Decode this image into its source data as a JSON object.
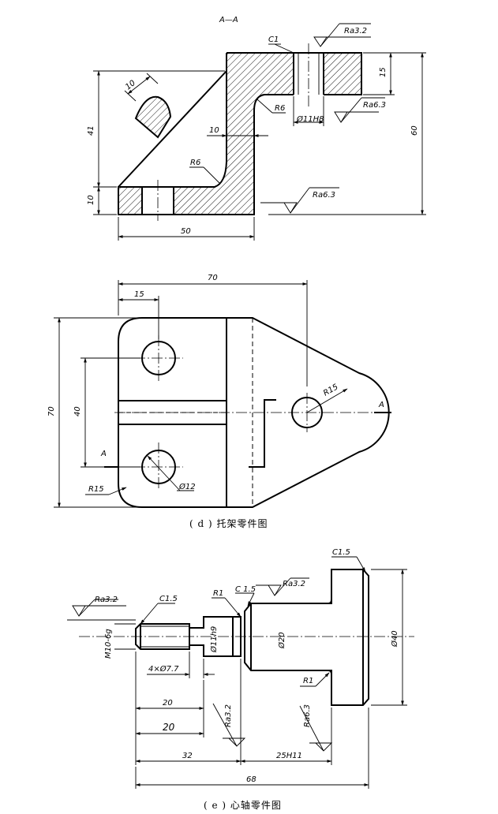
{
  "figure_d": {
    "section_label": "A—A",
    "caption": "( d ) 托架零件图",
    "section_dims": {
      "c1": "C1",
      "ra32": "Ra3.2",
      "ra63_right": "Ra6.3",
      "ra63_bottom": "Ra6.3",
      "d15": "15",
      "d60": "60",
      "d41": "41",
      "d10_left": "10",
      "d10_rib": "10",
      "d10_web": "10",
      "r6_upper": "R6",
      "r6_lower": "R6",
      "phi11h8": "Ø11H8",
      "d50": "50"
    },
    "plan_dims": {
      "d70_top": "70",
      "d15": "15",
      "d70_left": "70",
      "d40": "40",
      "a_left": "A",
      "a_right": "A",
      "r15_right": "R15",
      "r15_left": "R15",
      "phi12": "Ø12"
    }
  },
  "figure_e": {
    "caption": "( e ) 心轴零件图",
    "dims": {
      "ra32_left": "Ra3.2",
      "c15_left": "C1.5",
      "c15_mid": "C 1.5",
      "c15_right": "C1.5",
      "r1_top": "R1",
      "r1_bottom": "R1",
      "ra32_top": "Ra3.2",
      "m10": "M10-6g",
      "phi11h9": "Ø11h9",
      "phi20": "Ø20",
      "phi40": "Ø40",
      "holes": "4×Ø7.7",
      "d20a": "20",
      "d20b": "20",
      "ra32_vert": "Ra3.2",
      "ra63_vert": "Ra6.3",
      "d32": "32",
      "d25h11": "25H11",
      "d68": "68"
    }
  }
}
